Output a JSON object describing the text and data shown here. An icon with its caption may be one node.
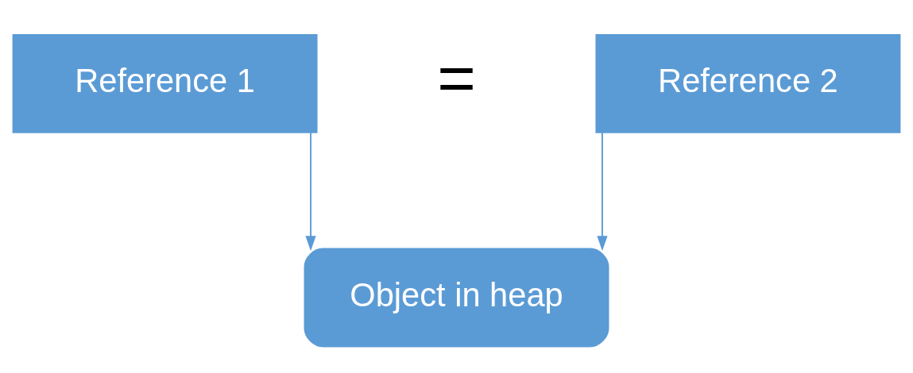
{
  "diagram": {
    "nodes": [
      {
        "text": [
          "Reference 1"
        ]
      },
      {
        "text": [
          "Reference 2"
        ]
      },
      {
        "text": [
          "Object in heap"
        ]
      }
    ],
    "edges": [
      {
        "from": 0,
        "to": 2,
        "arrow": "to"
      },
      {
        "from": 1,
        "to": 2,
        "arrow": "to"
      }
    ],
    "labels": [
      "="
    ]
  }
}
